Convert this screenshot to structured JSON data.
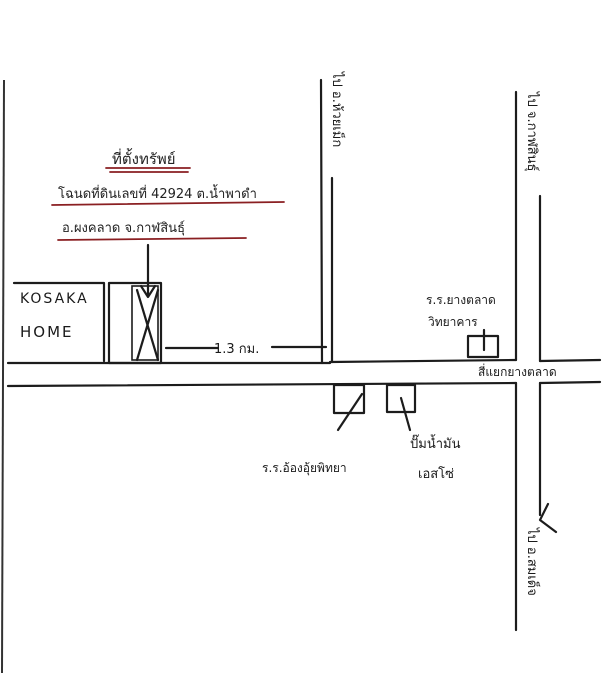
{
  "title_block": {
    "line1": "ที่ตั้งทรัพย์",
    "line2": "โฉนดที่ดินเลขที่ 42924 ต.น้ำพาดำ",
    "line3": "อ.ผงคลาด จ.กาฬสินธุ์"
  },
  "property_label": {
    "line1": "KOSAKA",
    "line2": "HOME"
  },
  "distance_label": "1.3 กม.",
  "road_labels": {
    "road_north_left": "ไป อ.ห้วยเม็ก",
    "road_north_right": "ไป จ.กาฬสินธุ์",
    "road_south_right": "ไป อ.สมเด็จ",
    "intersection": "สี่แยกยางตลาด"
  },
  "landmarks": {
    "school_top": {
      "line1": "ร.ร.ยางตลาด",
      "line2": "วิทยาคาร"
    },
    "school_bottom": "ร.ร.อ้องอุ้ยพิทยา",
    "gas_station": {
      "line1": "ปั๊มน้ำมัน",
      "line2": "เอสโซ่"
    }
  },
  "colors": {
    "ink": "#1c1c1c",
    "title_underline": "#8a1f22",
    "paper": "#ffffff"
  }
}
